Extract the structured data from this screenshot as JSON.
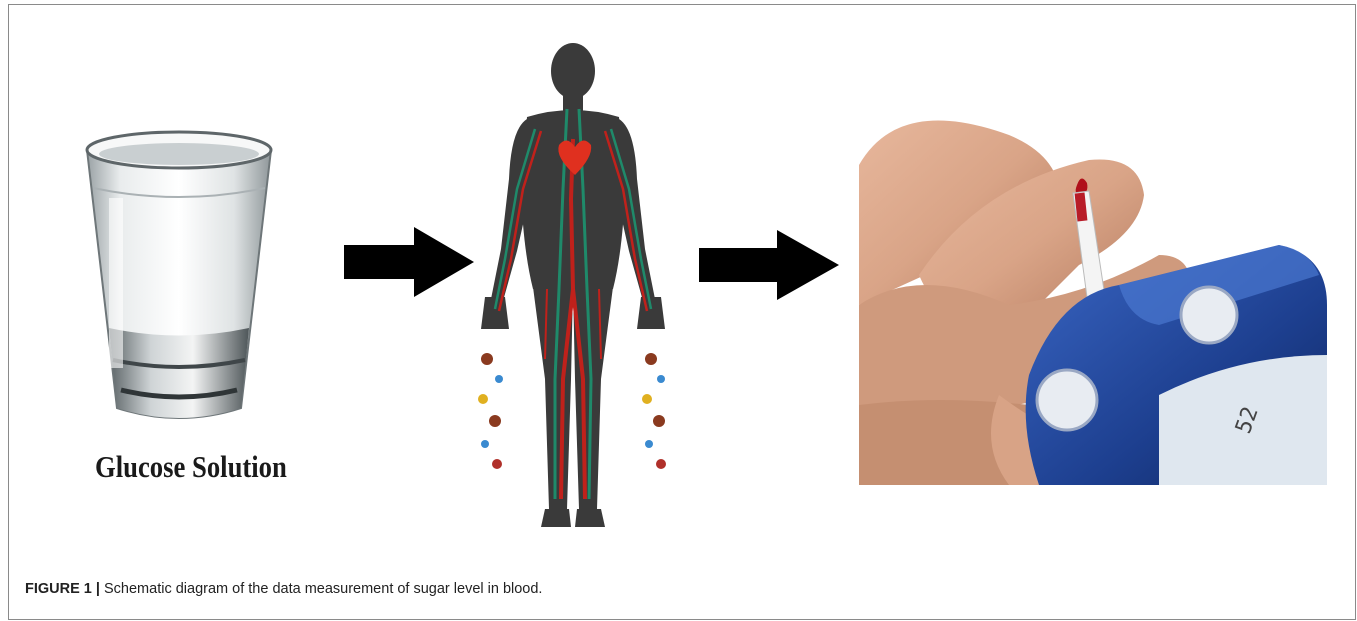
{
  "figure": {
    "label": "FIGURE 1 |",
    "caption": "Schematic diagram of the data measurement of sugar level in blood."
  },
  "panels": {
    "glass": {
      "label": "Glucose Solution",
      "icon": "glass-of-water-icon"
    },
    "body": {
      "icon": "human-circulatory-system-icon"
    },
    "meter": {
      "icon": "glucose-meter-fingertip-icon"
    }
  },
  "arrows": [
    {
      "icon": "right-arrow-icon"
    },
    {
      "icon": "right-arrow-icon"
    }
  ],
  "colors": {
    "arrow": "#000000",
    "body_silhouette": "#3a3a3a",
    "veins": "#1f8a6a",
    "arteries": "#c0211b",
    "meter_body": "#1d3f8f",
    "skin": "#d9a487",
    "blood_drop": "#b0101a"
  }
}
